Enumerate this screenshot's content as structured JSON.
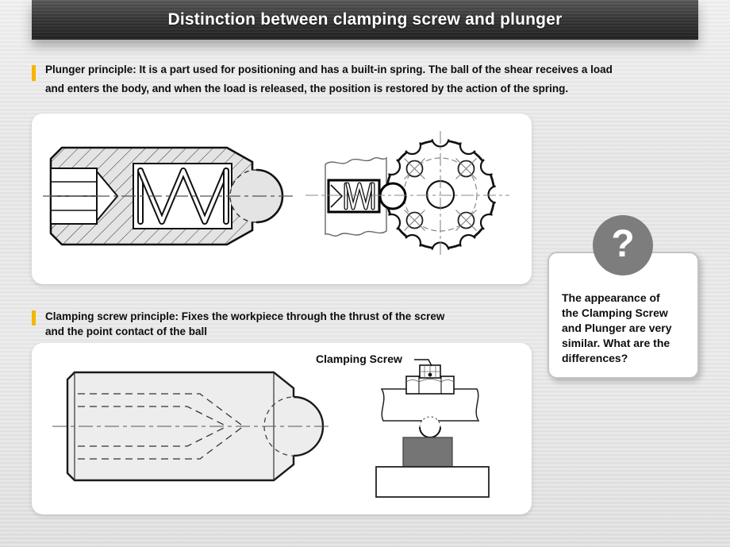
{
  "header": {
    "title": "Distinction between clamping screw and plunger"
  },
  "sections": {
    "plunger": {
      "text": "Plunger principle: It is a part used for positioning and has a built-in spring. The ball of the shear receives a load\nand enters the body, and when the load is released, the position is restored by the action of the spring."
    },
    "clamping": {
      "text": "Clamping screw principle: Fixes the workpiece through the thrust of the screw\nand the point contact of the ball"
    }
  },
  "figures": {
    "clamping_label": "Clamping Screw"
  },
  "question": {
    "icon": "?",
    "text": "The appearance of\nthe Clamping Screw\nand Plunger are very\nsimilar. What are the\ndifferences?"
  },
  "colors": {
    "accent_yellow": "#F5B501",
    "header_bar": "#3A3A3A",
    "question_circle": "#7D7D7D",
    "clamp_block": "#757575",
    "drawing_fill": "#E4E4E4"
  }
}
